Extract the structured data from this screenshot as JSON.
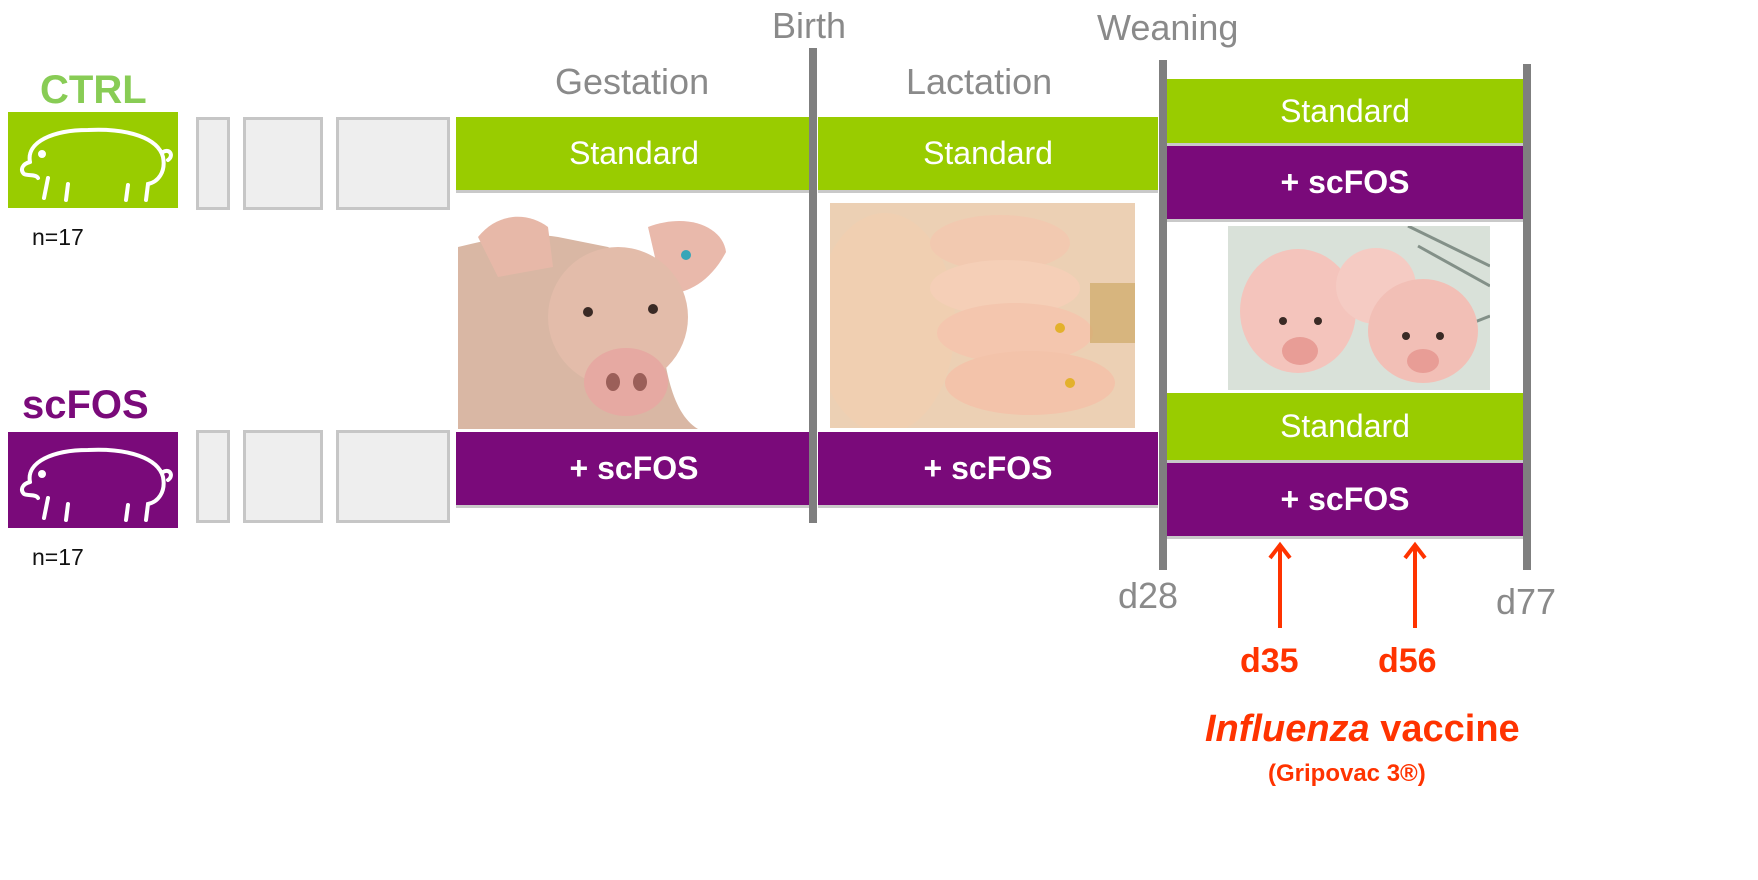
{
  "groups": {
    "ctrl": {
      "title": "CTRL",
      "n": "n=17",
      "color": "#88cc55",
      "bg": "#99cc00"
    },
    "scfos": {
      "title": "scFOS",
      "n": "n=17",
      "color": "#7a0a7a",
      "bg": "#7a0a7a"
    }
  },
  "phases": {
    "gestation": "Gestation",
    "lactation": "Lactation"
  },
  "events": {
    "birth": "Birth",
    "weaning": "Weaning"
  },
  "bars": {
    "gestation_top": "Standard",
    "gestation_bottom": "+ scFOS",
    "lactation_top": "Standard",
    "lactation_bottom": "+ scFOS",
    "post1_standard": "Standard",
    "post1_scfos": "+ scFOS",
    "post2_standard": "Standard",
    "post2_scfos": "+ scFOS"
  },
  "days": {
    "d28": "d28",
    "d77": "d77",
    "d35": "d35",
    "d56": "d56"
  },
  "vaccine": {
    "name_italic": "Influenza",
    "name_rest": " vaccine",
    "brand": "(Gripovac 3®)"
  },
  "colors": {
    "green": "#99cc00",
    "purple": "#7a0a7a",
    "red": "#ff3300",
    "grey_line": "#7f7f7f"
  }
}
